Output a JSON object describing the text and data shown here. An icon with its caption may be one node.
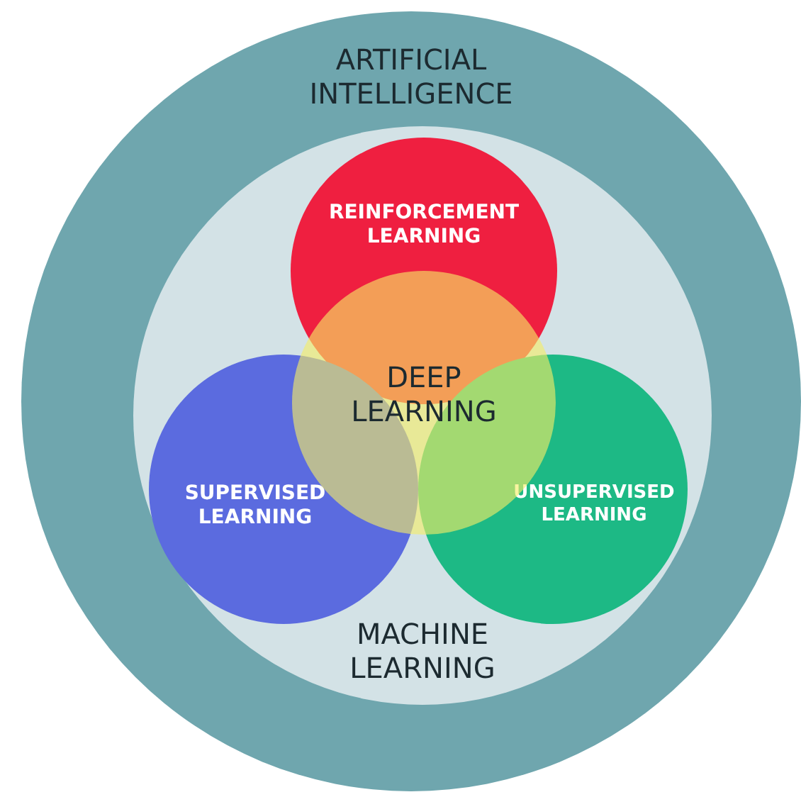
{
  "diagram": {
    "nodes": [
      {
        "text": [
          "ARTIFICIAL INTELLIGENCE"
        ]
      },
      {
        "text": [
          "MACHINE LEARNING"
        ],
        "in": 0
      },
      {
        "text": [
          "REINFORCEMENT LEARNING"
        ],
        "in": 1
      },
      {
        "text": [
          "DEEP LEARNING"
        ],
        "in": 1
      },
      {
        "text": [
          "SUPERVISED LEARNING"
        ],
        "in": 1
      },
      {
        "text": [
          "UNSUPERVISED LEARNING"
        ],
        "in": 1
      }
    ]
  }
}
